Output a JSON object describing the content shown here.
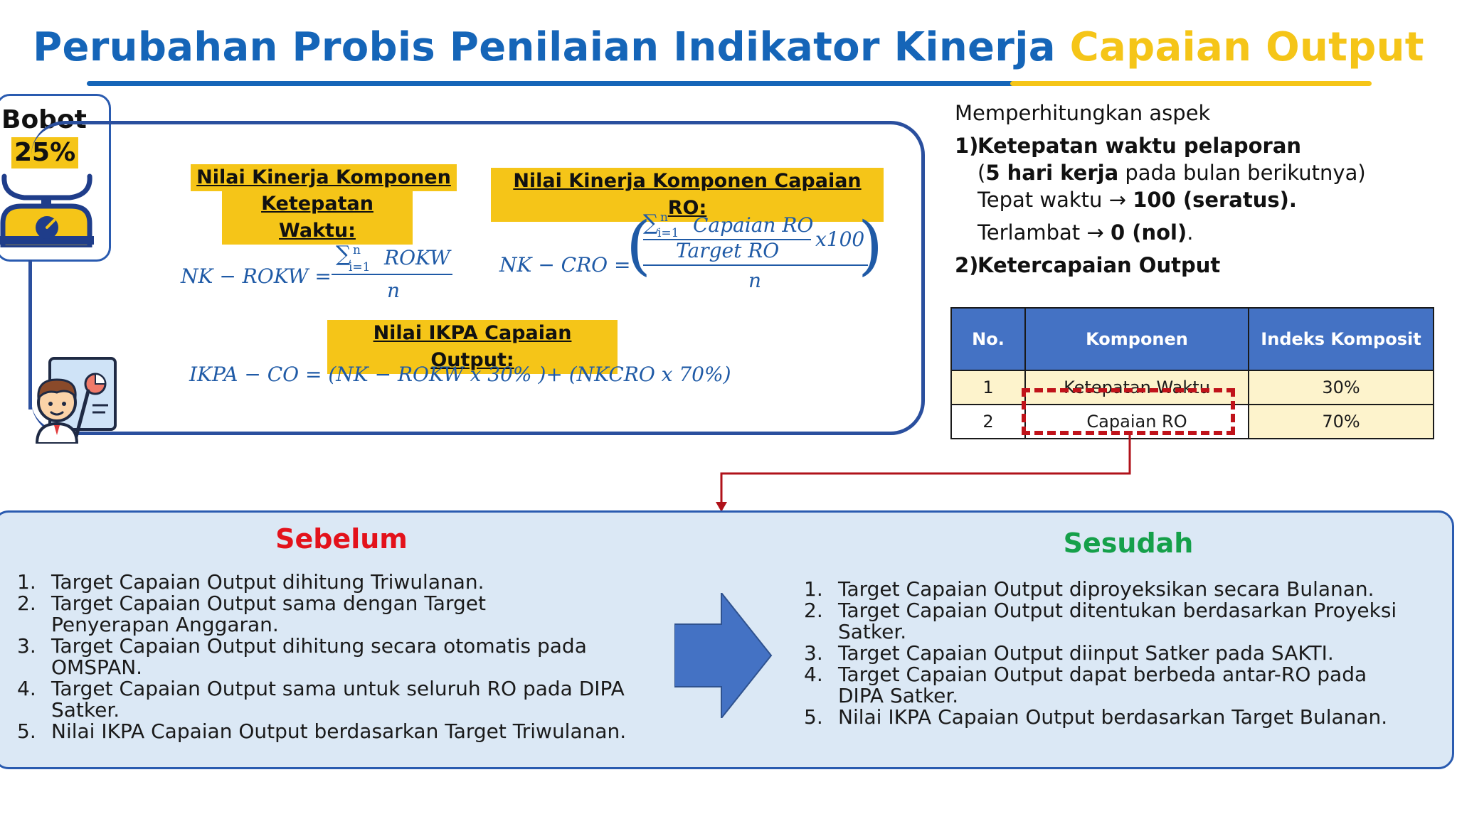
{
  "title": {
    "part1": "Perubahan Probis Penilaian Indikator Kinerja",
    "part2": "Capaian Output"
  },
  "bobot": {
    "label": "Bobot",
    "value": "25%"
  },
  "icons": {
    "scale": "scale-icon",
    "teacher": "teacher-presentation-icon",
    "arrow": "right-arrow-icon"
  },
  "formulas": {
    "ketepatan_heading_line1": "Nilai Kinerja Komponen",
    "ketepatan_heading_line2": "Ketepatan Waktu:",
    "capaian_heading": "Nilai Kinerja Komponen Capaian RO:",
    "ikpa_heading": "Nilai IKPA Capaian Output:",
    "nk_rokw_lhs": "NK − ROKW =",
    "nk_rokw_num_sigma": "∑",
    "nk_rokw_num_top": "n",
    "nk_rokw_num_bottom": "i=1",
    "nk_rokw_num_text": "ROKW",
    "nk_rokw_den": "n",
    "nk_cro_lhs": "NK − CRO =",
    "nk_cro_inner_num": "Capaian RO",
    "nk_cro_inner_den": "Target RO",
    "nk_cro_mult": "x100",
    "nk_cro_den": "n",
    "ikpa_formula": "IKPA − CO =  (NK − ROKW x 30% )+ (NKCRO x 70%)"
  },
  "aspect": {
    "intro": "Memperhitungkan aspek",
    "item1_num": "1)",
    "item1_title": "Ketepatan waktu pelaporan",
    "item1_sub1_bold": "5 hari kerja",
    "item1_sub1_open": "(",
    "item1_sub1_rest": " pada bulan berikutnya)",
    "item1_sub2_text": "Tepat waktu",
    "item1_sub2_value": "100 (seratus).",
    "item1_sub3_text": "Terlambat",
    "item1_sub3_value": "0 (nol)",
    "item1_sub3_end": ".",
    "item2_num": "2)",
    "item2_title": "Ketercapaian Output",
    "arrow_glyph": "→"
  },
  "table": {
    "headers": [
      "No.",
      "Komponen",
      "Indeks Komposit"
    ],
    "rows": [
      {
        "no": "1",
        "komponen": "Ketepatan Waktu",
        "indeks": "30%"
      },
      {
        "no": "2",
        "komponen": "Capaian RO",
        "indeks": "70%"
      }
    ]
  },
  "sebelum": {
    "title": "Sebelum",
    "items": [
      {
        "num": "1.",
        "text": "Target Capaian Output dihitung Triwulanan."
      },
      {
        "num": "2.",
        "text": "Target Capaian Output sama dengan Target Penyerapan Anggaran."
      },
      {
        "num": "3.",
        "text": "Target Capaian Output dihitung secara otomatis pada OMSPAN."
      },
      {
        "num": "4.",
        "text": "Target Capaian Output sama untuk seluruh RO pada DIPA Satker."
      },
      {
        "num": "5.",
        "text": "Nilai IKPA Capaian Output berdasarkan Target Triwulanan."
      }
    ]
  },
  "sesudah": {
    "title": "Sesudah",
    "items": [
      {
        "num": "1.",
        "text": "Target Capaian Output diproyeksikan secara Bulanan."
      },
      {
        "num": "2.",
        "text": "Target Capaian Output ditentukan berdasarkan Proyeksi Satker."
      },
      {
        "num": "3.",
        "text": "Target Capaian Output diinput Satker pada SAKTI."
      },
      {
        "num": "4.",
        "text": "Target Capaian Output dapat berbeda antar-RO pada DIPA Satker."
      },
      {
        "num": "5.",
        "text": "Nilai IKPA Capaian Output berdasarkan Target Bulanan."
      }
    ]
  },
  "colors": {
    "title_blue": "#1565b8",
    "title_yellow": "#f5c518",
    "highlight": "#f5c518",
    "table_header": "#4472c4",
    "table_cell": "#fdf3cc",
    "sebelum_red": "#e3121b",
    "sesudah_green": "#15a04a",
    "panel_bg": "#dbe8f5"
  }
}
